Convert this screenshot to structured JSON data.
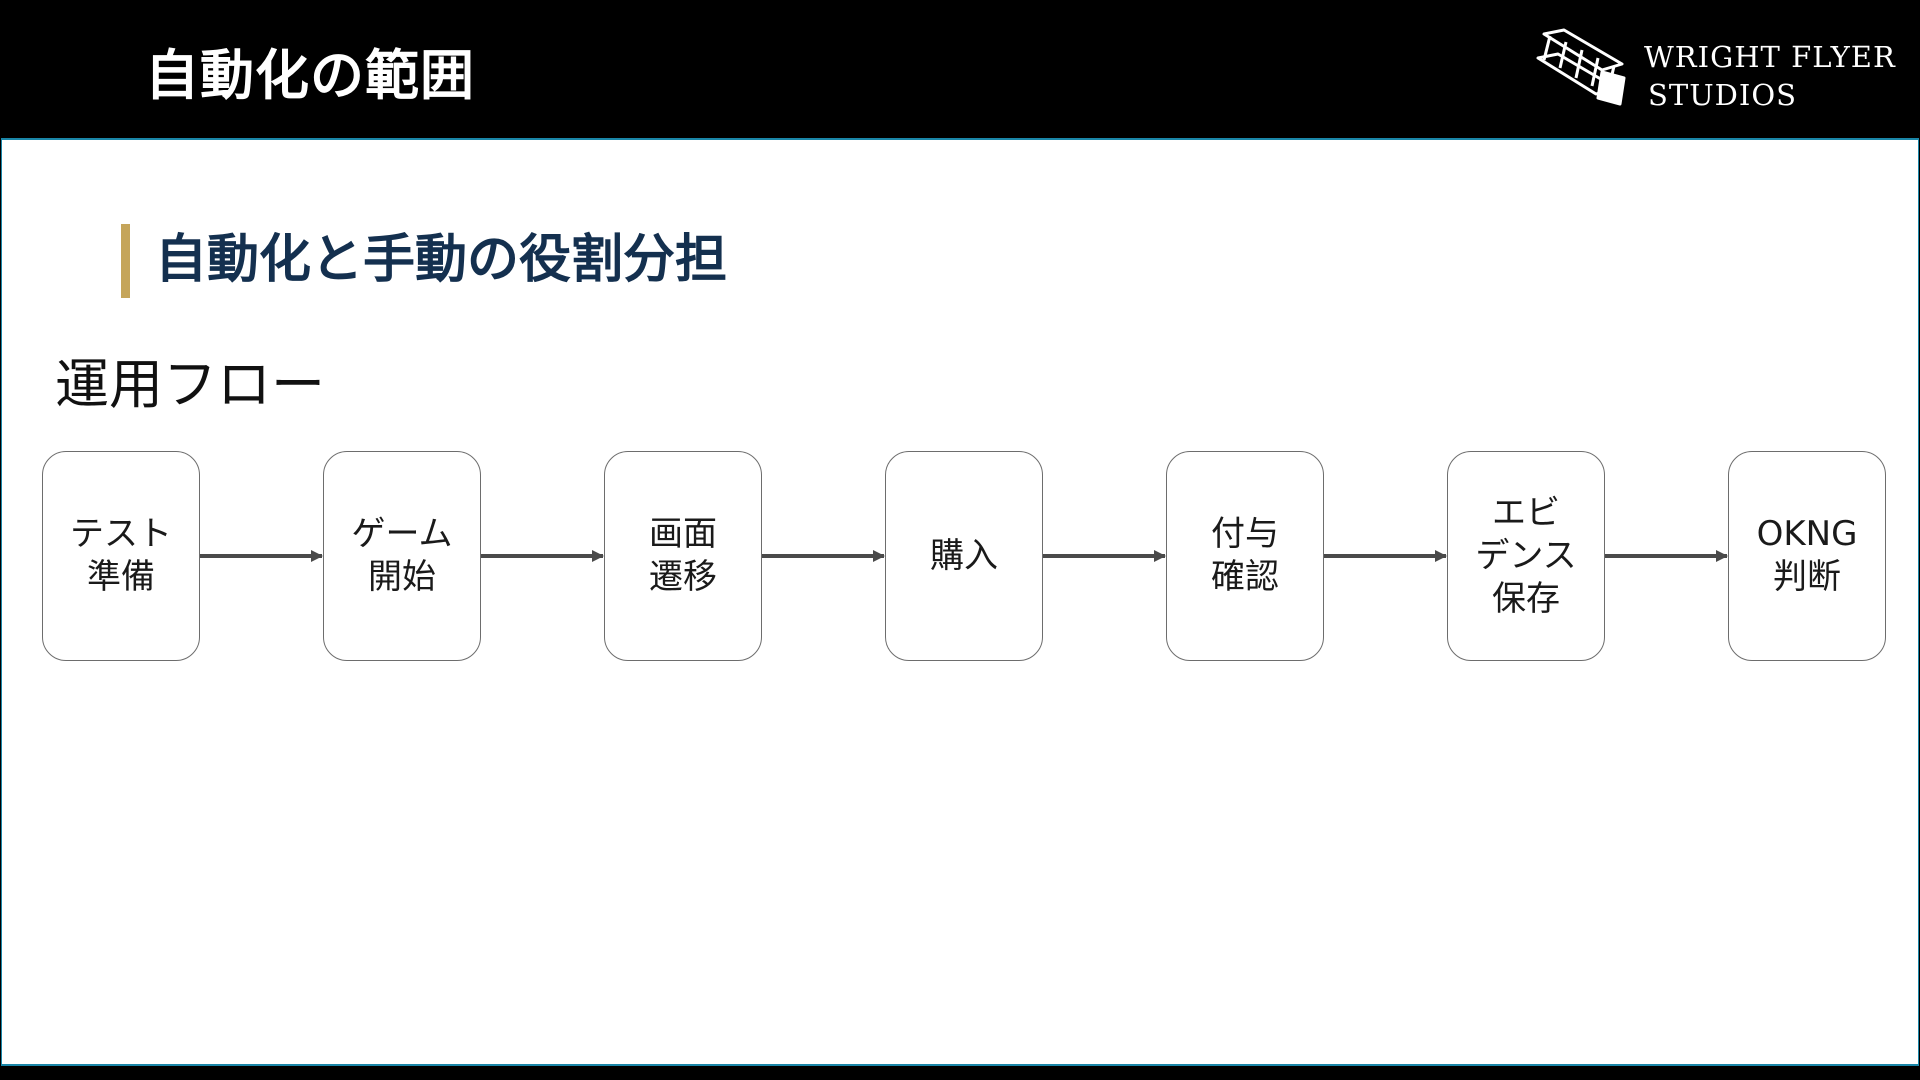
{
  "header": {
    "title": "自動化の範囲",
    "logo": {
      "line1": "WRIGHT FLYER",
      "line2": "STUDIOS",
      "icon": "biplane-icon"
    }
  },
  "section": {
    "title": "自動化と手動の役割分担",
    "accent_color": "#c5a55a"
  },
  "flow": {
    "title": "運用フロー",
    "steps": [
      {
        "label": "テスト\n準備"
      },
      {
        "label": "ゲーム\n開始"
      },
      {
        "label": "画面\n遷移"
      },
      {
        "label": "購入"
      },
      {
        "label": "付与\n確認"
      },
      {
        "label": "エビ\nデンス\n保存"
      },
      {
        "label": "OKNG\n判断"
      }
    ],
    "arrow_color": "#4a4a4a"
  }
}
